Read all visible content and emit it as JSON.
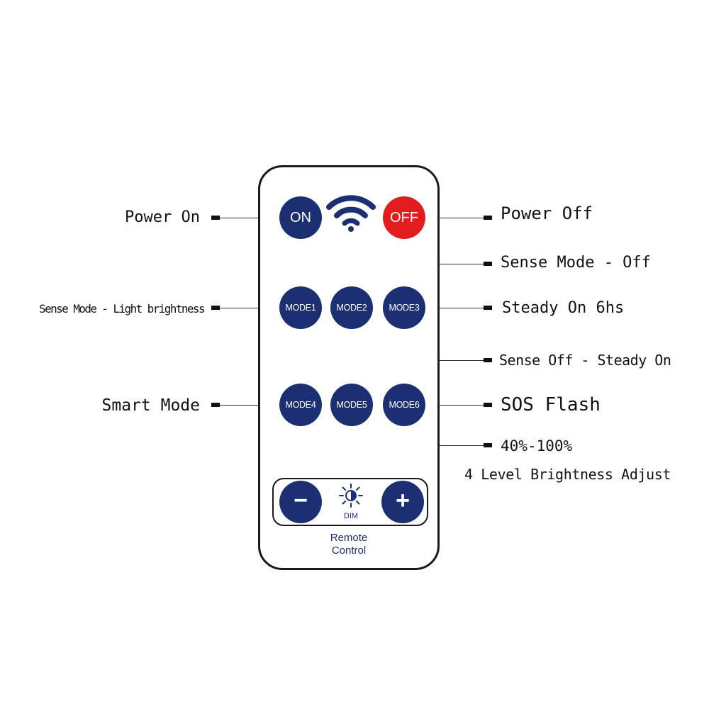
{
  "remote": {
    "on_button": "ON",
    "off_button": "OFF",
    "mode_buttons": [
      "MODE1",
      "MODE2",
      "MODE3",
      "MODE4",
      "MODE5",
      "MODE6"
    ],
    "minus_button": "−",
    "plus_button": "+",
    "dim_label": "DIM",
    "remote_label_line1": "Remote",
    "remote_label_line2": "Control"
  },
  "labels": {
    "power_on": "Power On",
    "power_off": "Power Off",
    "sense_mode_off": "Sense Mode - Off",
    "sense_mode_light": "Sense Mode - Light brightness",
    "steady_on": "Steady On 6hs",
    "sense_off_steady": "Sense Off - Steady On",
    "smart_mode": "Smart Mode",
    "sos_flash": "SOS Flash",
    "brightness_range": "40%-100%",
    "brightness_adjust": "4 Level Brightness Adjust"
  },
  "colors": {
    "button_blue": "#1d2f73",
    "button_red": "#e31d1d",
    "outline": "#1a1a1a"
  },
  "icons": {
    "signal": "wifi-signal-icon",
    "dim": "brightness-sun-icon"
  }
}
